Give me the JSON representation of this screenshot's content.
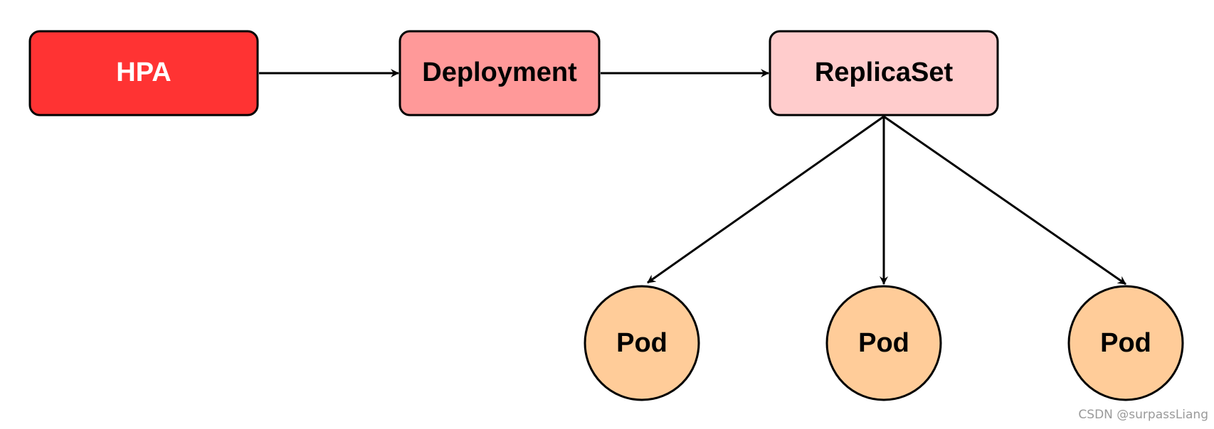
{
  "diagram": {
    "nodes": {
      "hpa": {
        "label": "HPA",
        "fill": "#ff3333",
        "text_color": "#ffffff"
      },
      "deployment": {
        "label": "Deployment",
        "fill": "#ff9999",
        "text_color": "#000000"
      },
      "replicaset": {
        "label": "ReplicaSet",
        "fill": "#ffcccc",
        "text_color": "#000000"
      },
      "pods": [
        {
          "label": "Pod",
          "fill": "#ffcc99",
          "text_color": "#000000"
        },
        {
          "label": "Pod",
          "fill": "#ffcc99",
          "text_color": "#000000"
        },
        {
          "label": "Pod",
          "fill": "#ffcc99",
          "text_color": "#000000"
        }
      ]
    },
    "edges": [
      {
        "from": "HPA",
        "to": "Deployment"
      },
      {
        "from": "Deployment",
        "to": "ReplicaSet"
      },
      {
        "from": "ReplicaSet",
        "to": "Pod 1"
      },
      {
        "from": "ReplicaSet",
        "to": "Pod 2"
      },
      {
        "from": "ReplicaSet",
        "to": "Pod 3"
      }
    ],
    "stroke_color": "#000000"
  },
  "watermark": "CSDN @surpassLiang"
}
